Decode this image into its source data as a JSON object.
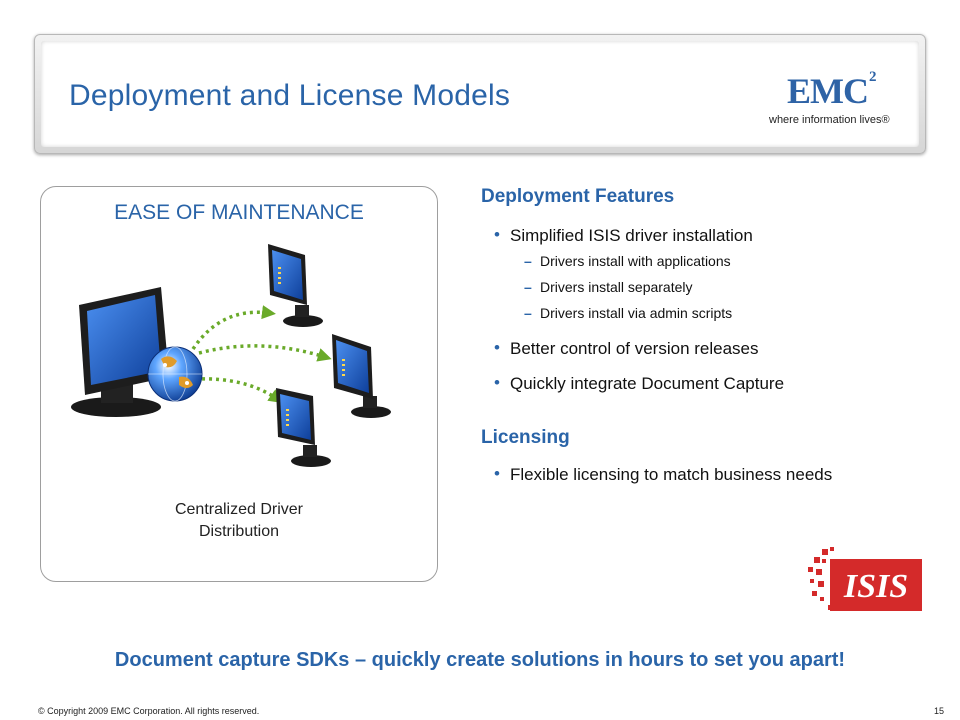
{
  "header": {
    "title": "Deployment and License Models",
    "logo": {
      "brand": "EMC",
      "superscript": "2",
      "tagline": "where information lives®",
      "color": "#2e63a6"
    }
  },
  "left_panel": {
    "title": "EASE OF MAINTENANCE",
    "caption_line1": "Centralized Driver",
    "caption_line2": "Distribution",
    "icons": [
      "server-monitor-icon",
      "globe-icon",
      "client-monitor-icon",
      "dotted-arrow-icon"
    ]
  },
  "deployment": {
    "heading": "Deployment Features",
    "bullets": [
      {
        "text": "Simplified ISIS driver installation",
        "subs": [
          "Drivers install with applications",
          "Drivers install separately",
          "Drivers install via admin scripts"
        ]
      },
      {
        "text": "Better control of version releases"
      },
      {
        "text": "Quickly integrate Document Capture"
      }
    ]
  },
  "licensing": {
    "heading": "Licensing",
    "bullets": [
      {
        "text": "Flexible licensing to match business needs"
      }
    ]
  },
  "isis_logo": {
    "text": "ISIS",
    "color": "#d42a2a"
  },
  "footer": {
    "tagline": "Document capture SDKs – quickly create solutions in hours to set you apart!",
    "copyright": "© Copyright 2009 EMC Corporation. All rights reserved.",
    "page_number": "15"
  },
  "colors": {
    "accent": "#2a64a8",
    "arrow": "#6aaa2a",
    "monitor_screen": "#1f5fc4"
  }
}
